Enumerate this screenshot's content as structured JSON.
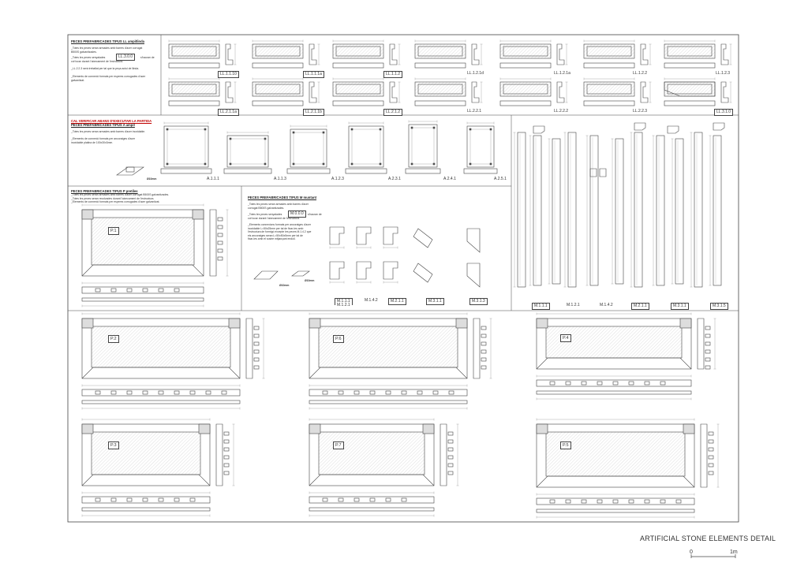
{
  "notes": {
    "ll": {
      "title": "PECES PREFABRICADES TIPUS LL ampitlinda",
      "lines": [
        "_Totes les peces seran armades amb barres d'acer corrugat",
        "B500S galvanitzades.",
        "_Totes les peces senyalades",
        "s'hauran de",
        "col·locar durant l'aixecament de l'estructura.",
        "_LL.2.2.3 serà treballat per tal que la peça actui de llinda.",
        "_Elements de connexió formats per esperes corrugades d'acer",
        "galvanitzat."
      ],
      "marker": "LL.3.0.0"
    },
    "a": {
      "warn": "CAL VERIFICAR ABANS D'EXECUTAR LA PARTIDA",
      "title": "PECES PREFABRICADES TIPUS A ampit",
      "lines": [
        "_Totes les peces seran armades amb barres d'acer inoxidable.",
        "_Elements de connexió formats per ancoratges d'acer",
        "inoxidable platina de 100x30x3mm."
      ],
      "detail": "Ø10mm"
    },
    "p": {
      "title": "PECES PREFABRICADES TIPUS P pretiles",
      "lines": [
        "_Totes les peces seran armades amb barres d'acer corrugat B500S galvanitzades.",
        "_Totes les peces seran recolzades durant l'aixecament de l'estructura.",
        "_Elements de connexió formats per esperes corrugades d'acer galvanitzat."
      ]
    },
    "m": {
      "title": "PECES PREFABRICADES TIPUS M muntant",
      "lines": [
        "_Totes les peces seran armades amb barres d'acer",
        "corrugat B500S galvanitzades.",
        "_Totes les peces senyalades",
        "s'hauran de",
        "col·locar durant l'aixecament de l'estructura.",
        "_Elements connexions formats per ancoratges d'acer",
        "inoxidable L=50x25mm per tal de fixar-les amb",
        "l'estructura de formigó excepte les peces M.1.4.2 que",
        "els ancoratges seran L=50x50x5mm per tal de",
        "fixar-les amb el sostre mitjançant endoll."
      ],
      "marker": "M.0.0.0",
      "detail_a": "Ø10mm",
      "detail_b": "Ø10mm"
    }
  },
  "ll_labels": [
    "LL.1.1.10",
    "LL.1.1.1a",
    "LL.1.1.2",
    "LL.1.2.1d",
    "LL.1.2.1a",
    "LL.1.2.2",
    "LL.1.2.3",
    "LL.2.1.1a",
    "LL.2.1.1b",
    "LL.2.1.2",
    "LL.2.2.1",
    "LL.2.2.2",
    "LL.2.2.3",
    "LL.3.1.0"
  ],
  "a_labels": [
    "A.1.1.1",
    "A.1.1.3",
    "A.1.2.3",
    "A.2.3.1",
    "A.2.4.1",
    "A.2.5.1"
  ],
  "m_small_labels": [
    "M.1.1.1",
    "M.1.2.1",
    "M.1.4.2",
    "M.2.1.1",
    "M.3.1.1",
    "M.3.1.3"
  ],
  "m_long_labels": [
    "M.1.1.1",
    "M.1.2.1",
    "M.1.4.2",
    "M.2.1.1",
    "M.3.1.1",
    "M.3.1.5"
  ],
  "p_labels": [
    "P.1",
    "P.2",
    "P.6",
    "P.4",
    "P.3",
    "P.7",
    "P.5"
  ],
  "footer": {
    "caption": "ARTIFICIAL STONE ELEMENTS DETAIL",
    "scale_start": "0",
    "scale_end": "1m"
  }
}
